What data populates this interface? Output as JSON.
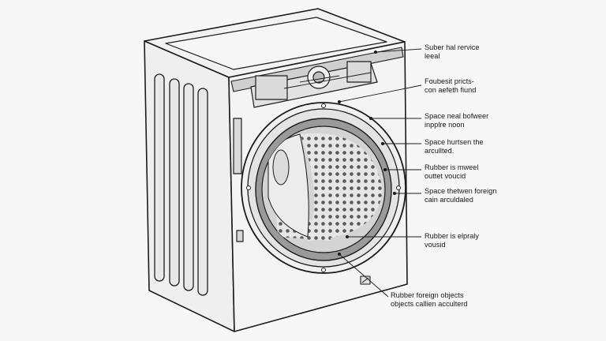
{
  "diagram": {
    "subject": "washing-machine-cutaway",
    "colors": {
      "line": "#1c1c1c",
      "paper": "#f7f7f7",
      "body": "#f2f2f2",
      "glass": "#d4d4d4",
      "seal": "#8a8a8a"
    },
    "callouts": [
      {
        "name": "callout-top-seal",
        "lines": [
          "Suber hal rervice",
          "leeal"
        ]
      },
      {
        "name": "callout-front-part",
        "lines": [
          "Foubesit pricts-",
          "con aefeth fiund"
        ]
      },
      {
        "name": "callout-space-seal",
        "lines": [
          "Space neal bofweer",
          "inpplre noon"
        ]
      },
      {
        "name": "callout-space-hatch",
        "lines": [
          "Space hurtsen the",
          "arcullted."
        ]
      },
      {
        "name": "callout-rubber-mweel",
        "lines": [
          "Rubber is mweel",
          "outtet voucid"
        ]
      },
      {
        "name": "callout-space-foreign",
        "lines": [
          "Space thetwen foreign",
          "cain arculdaled"
        ]
      },
      {
        "name": "callout-rubber-drain",
        "lines": [
          "Rubber is elpraly",
          "vousid"
        ]
      },
      {
        "name": "callout-foreign-objects",
        "lines": [
          "Rubber foreign objects",
          "objects callien acculterd"
        ]
      }
    ]
  }
}
